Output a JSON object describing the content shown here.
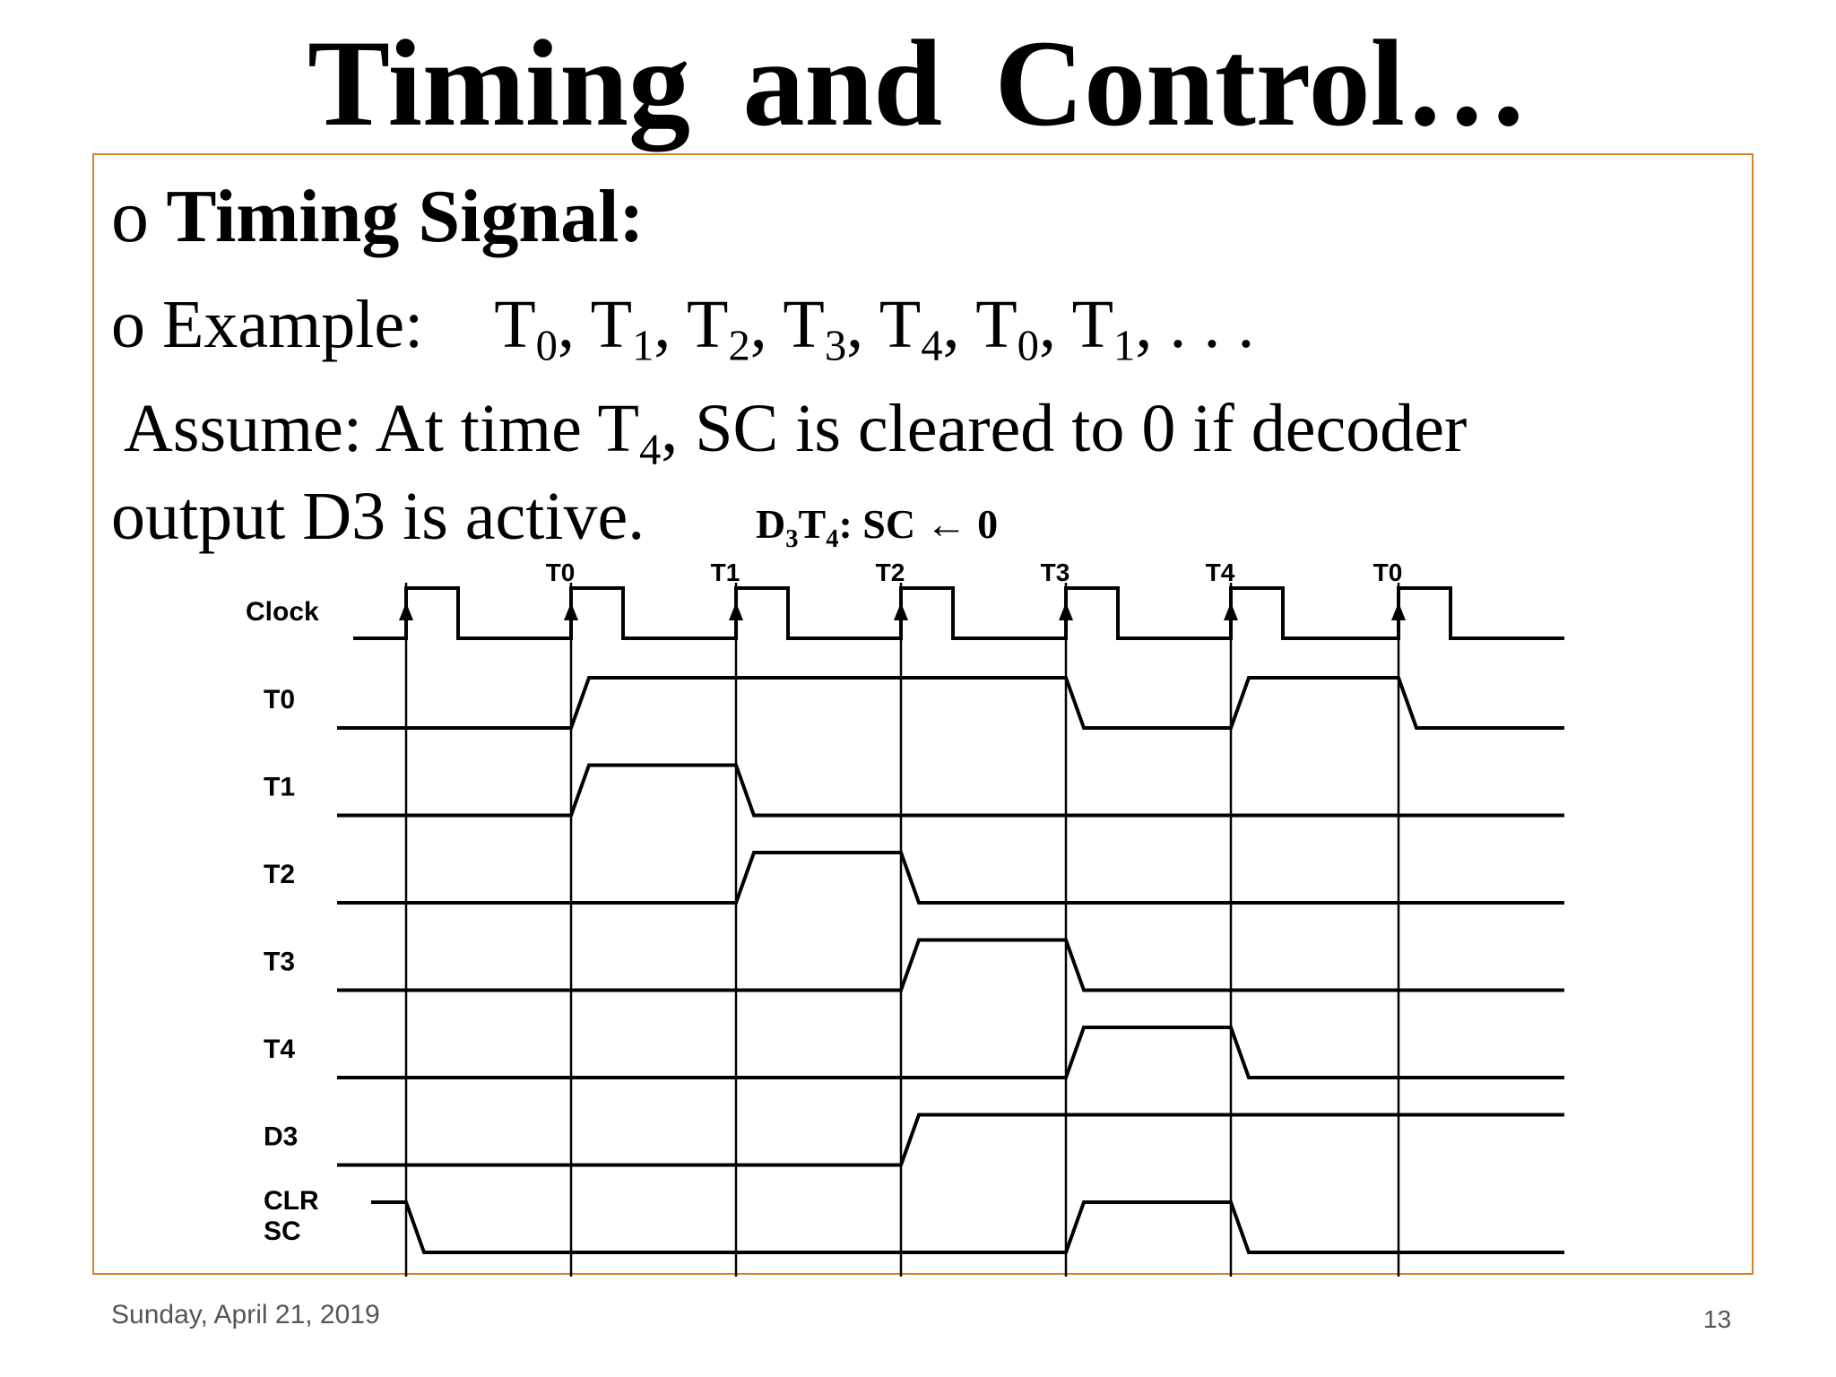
{
  "slide": {
    "title": "Timing  and  Control…",
    "bullet_marker": "o",
    "heading": "Timing Signal:",
    "example_label": "Example:",
    "example_signals": [
      {
        "base": "T",
        "sub": "0",
        "sep": ", "
      },
      {
        "base": "T",
        "sub": "1",
        "sep": ", "
      },
      {
        "base": "T",
        "sub": "2",
        "sep": ", "
      },
      {
        "base": "T",
        "sub": "3",
        "sep": ", "
      },
      {
        "base": "T",
        "sub": "4",
        "sep": ", "
      },
      {
        "base": "T",
        "sub": "0",
        "sep": ", "
      },
      {
        "base": "T",
        "sub": "1",
        "sep": ", . . ."
      }
    ],
    "assume_pre": "Assume: At time T",
    "assume_sub": "4",
    "assume_post": ", SC is cleared to 0 if decoder",
    "output_text": "output D3 is active.",
    "expr": {
      "d": "D",
      "d_sub": "3",
      "t": "T",
      "t_sub": "4",
      "rest": ": SC ← 0"
    }
  },
  "timing_diagram": {
    "clock_label": "Clock",
    "cycle_labels": [
      "T0",
      "T1",
      "T2",
      "T3",
      "T4",
      "T0"
    ],
    "signals": [
      {
        "label": "T0",
        "segments": [
          [
            0,
            0
          ],
          [
            1,
            1
          ],
          [
            0,
            4
          ],
          [
            1,
            5
          ],
          [
            0,
            6
          ]
        ]
      },
      {
        "label": "T1",
        "segments": [
          [
            0,
            0
          ],
          [
            0,
            1
          ],
          [
            1,
            1
          ],
          [
            0,
            2
          ]
        ]
      },
      {
        "label": "T2",
        "segments": [
          [
            0,
            0
          ],
          [
            1,
            2
          ],
          [
            0,
            3
          ]
        ]
      },
      {
        "label": "T3",
        "segments": [
          [
            0,
            0
          ],
          [
            1,
            3
          ],
          [
            0,
            4
          ]
        ]
      },
      {
        "label": "T4",
        "segments": [
          [
            0,
            0
          ],
          [
            1,
            4
          ],
          [
            0,
            5
          ]
        ]
      },
      {
        "label": "D3",
        "segments": [
          [
            0,
            0
          ],
          [
            1,
            3
          ]
        ]
      },
      {
        "label": "CLR\nSC",
        "segments": [
          [
            1,
            -0.3
          ],
          [
            0,
            0
          ],
          [
            1,
            4
          ],
          [
            0,
            5
          ]
        ]
      }
    ]
  },
  "footer": {
    "date": "Sunday, April 21, 2019",
    "page": "13"
  }
}
